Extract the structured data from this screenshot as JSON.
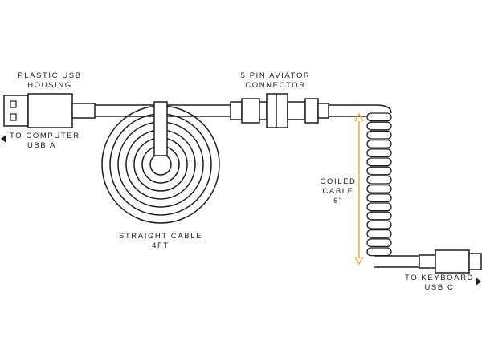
{
  "labels": {
    "usb_housing": [
      "PLASTIC USB",
      "HOUSING"
    ],
    "aviator": [
      "5 PIN AVIATOR",
      "CONNECTOR"
    ],
    "to_computer": [
      "TO COMPUTER",
      "USB A"
    ],
    "straight_cable": [
      "STRAIGHT CABLE",
      "4FT"
    ],
    "coiled_cable": [
      "COILED",
      "CABLE",
      "6\""
    ],
    "to_keyboard": [
      "TO KEYBOARD",
      "USB C"
    ]
  },
  "colors": {
    "line": "#1e1e1e",
    "dimension_accent": "#e8b83a"
  },
  "icons": {
    "computer_direction": "arrow-left-icon",
    "keyboard_direction": "arrow-right-icon"
  }
}
